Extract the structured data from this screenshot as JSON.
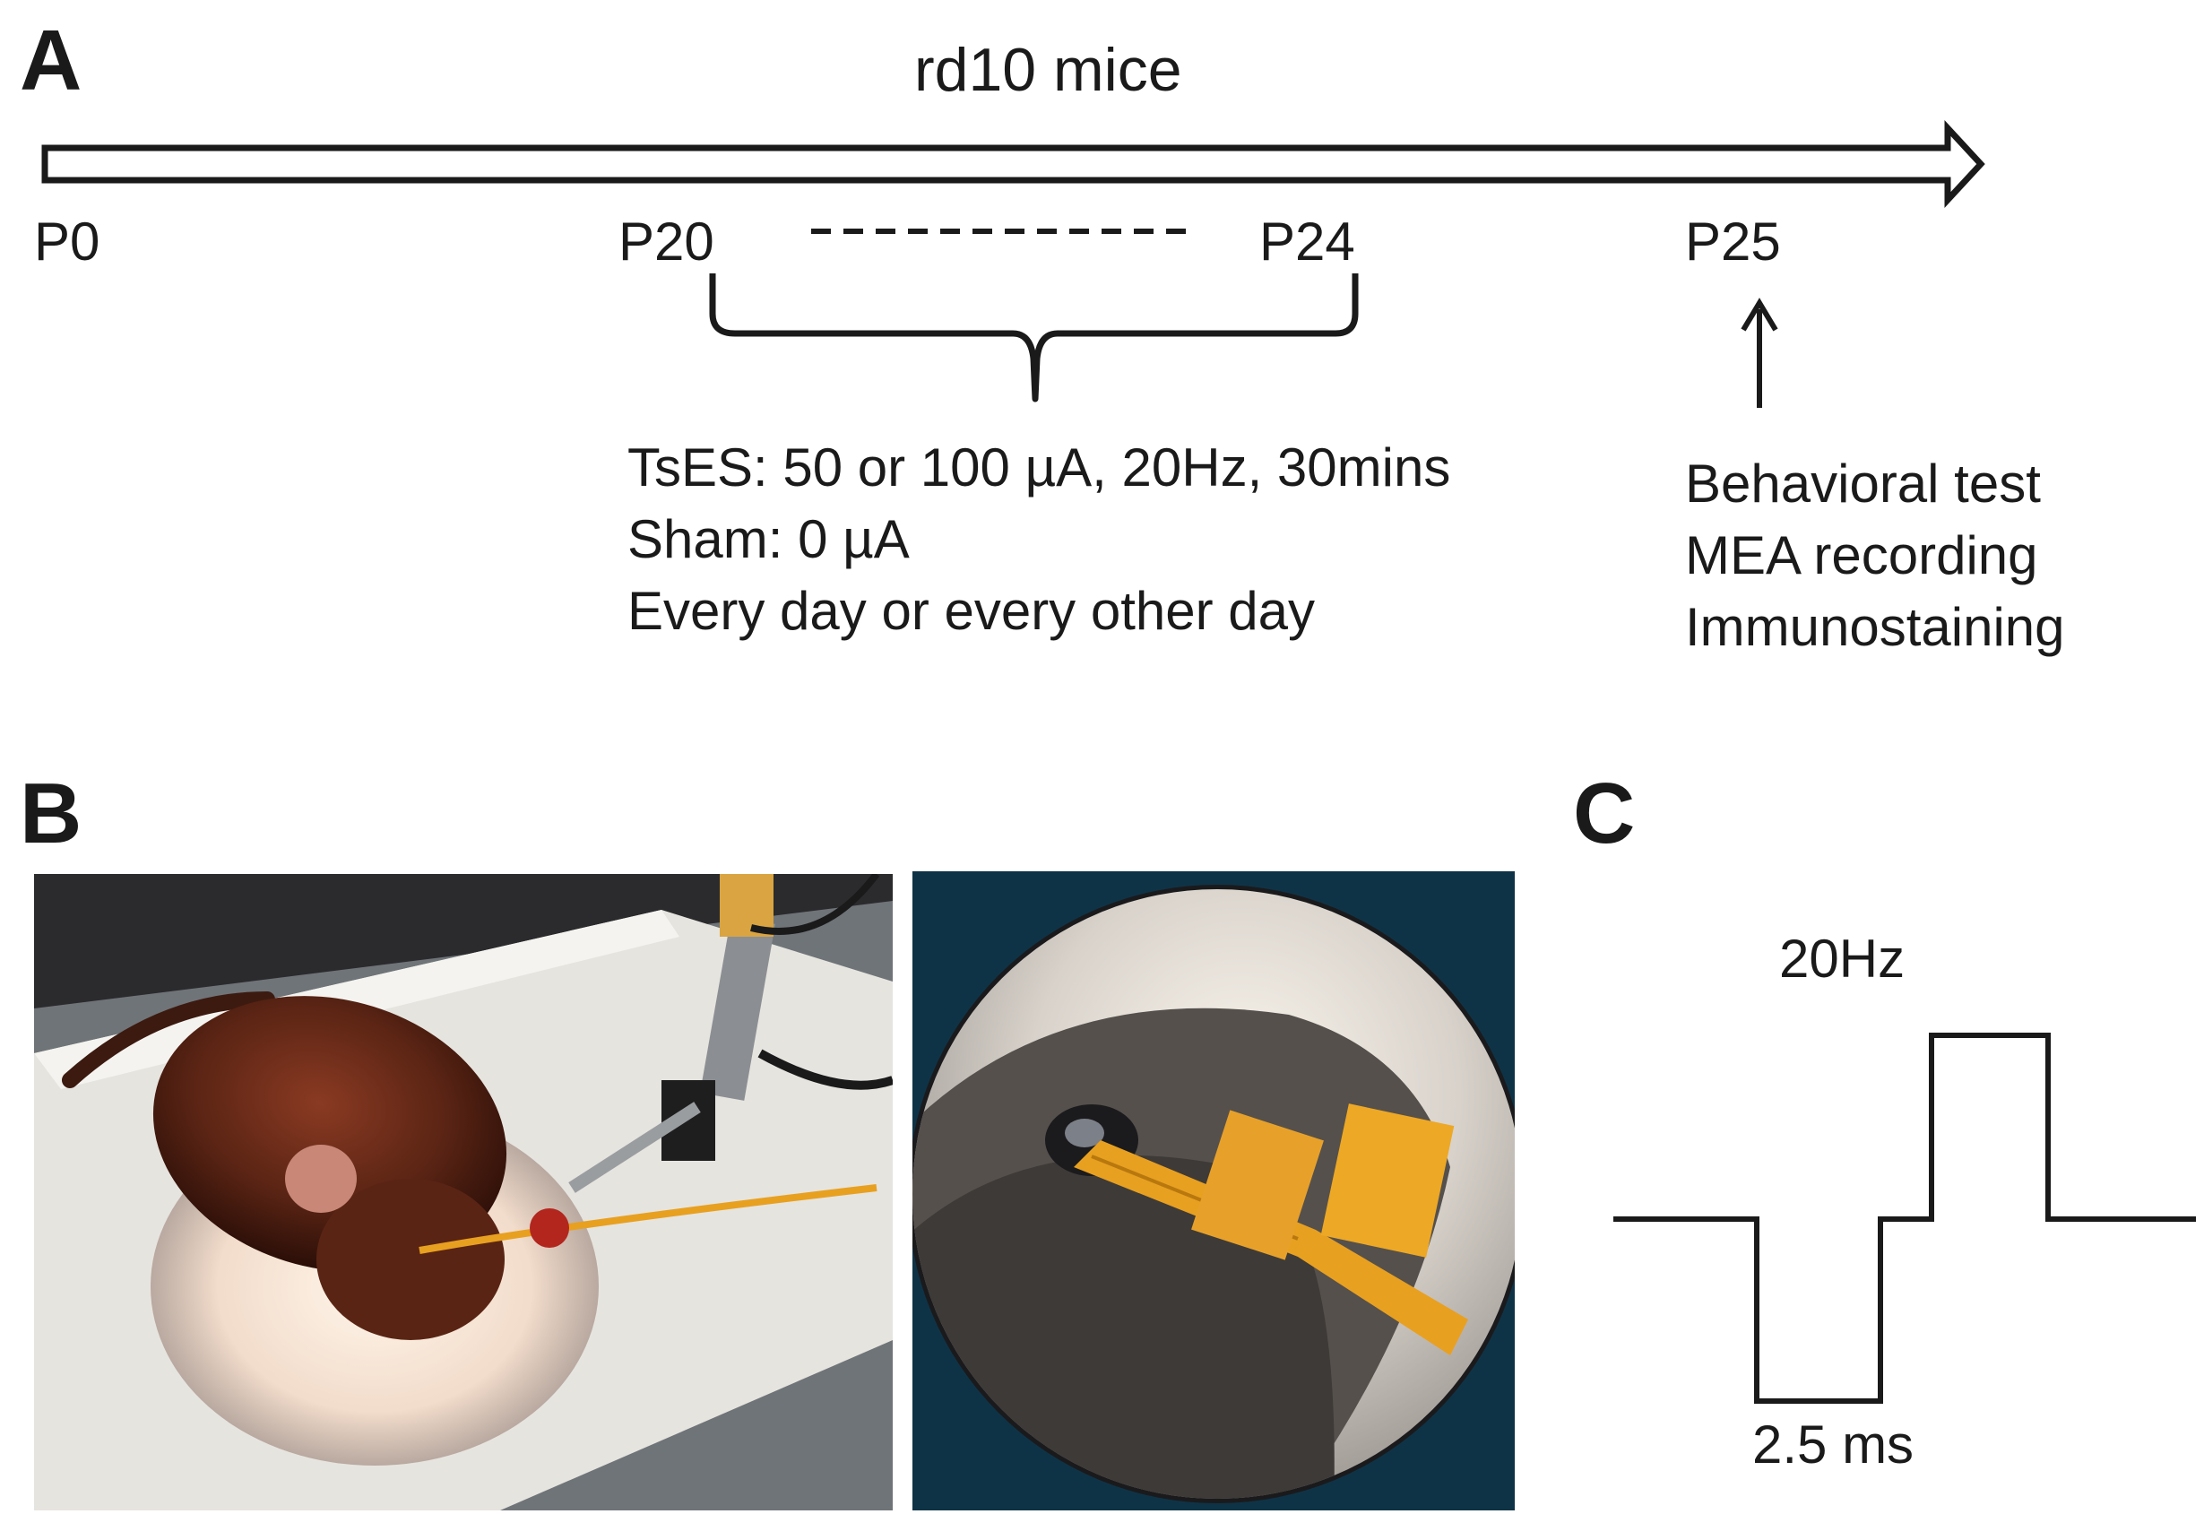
{
  "panel_a": {
    "letter": "A",
    "title": "rd10 mice",
    "timepoints": [
      "P0",
      "P20",
      "P24",
      "P25"
    ],
    "treatment_lines": [
      "TsES: 50 or 100 µA, 20Hz, 30mins",
      "Sham: 0 µA",
      "Every day or every other day"
    ],
    "outcome_lines": [
      "Behavioral test",
      "MEA recording",
      "Immunostaining"
    ]
  },
  "panel_b": {
    "letter": "B"
  },
  "panel_c": {
    "letter": "C",
    "frequency_label": "20Hz",
    "pulse_width_label": "2.5 ms"
  },
  "colors": {
    "ink": "#1a1a1a",
    "electrode_orange": "#e8a020",
    "mouse_brown": "#5a2414",
    "pad_white": "#e6e4df"
  }
}
